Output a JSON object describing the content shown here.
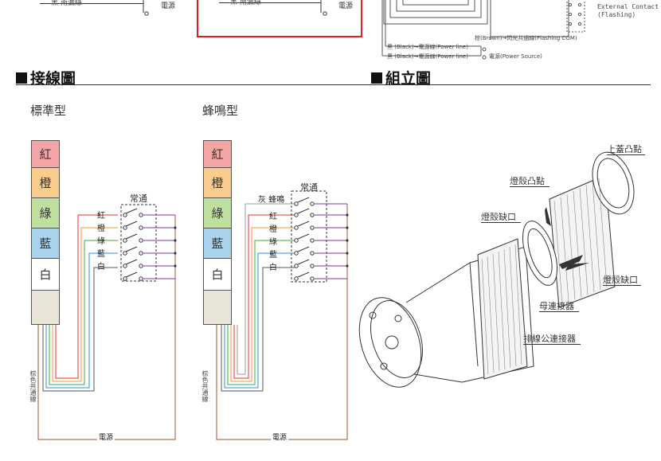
{
  "top_partial": {
    "left_wire_label": "黑 南漏綠",
    "left_power": "電源",
    "mid_wire_label": "黑 南漏綠",
    "mid_power": "電源",
    "right_notes": {
      "external_contact": "External Contact",
      "flashing": "(Flashing)",
      "brown_common": "棕(Brown)→閃光共通線(Flashing COM)",
      "black_power_1": "黑 (Black)→電源線(Power line)",
      "black_power_2": "黑 (Black)→電源線(Power line)",
      "power_source": "電源(Power Source)"
    }
  },
  "sections": {
    "wiring_title": "接線圖",
    "assembly_title": "組立圖"
  },
  "standard": {
    "title": "標準型",
    "segments": [
      "紅",
      "橙",
      "綠",
      "藍",
      "白"
    ],
    "wire_labels": [
      "紅",
      "橙",
      "綠",
      "藍",
      "白"
    ],
    "switch_label": "常通",
    "common_label": "棕色共通線",
    "power_label": "電源"
  },
  "buzzer": {
    "title": "蜂鳴型",
    "segments": [
      "紅",
      "橙",
      "綠",
      "藍",
      "白"
    ],
    "buzzer_label": "灰 蜂鳴",
    "wire_labels": [
      "紅",
      "橙",
      "綠",
      "藍",
      "白"
    ],
    "switch_label": "常通",
    "common_label": "棕色共通線",
    "power_label": "電源"
  },
  "assembly": {
    "top_cover": "上蓋凸點",
    "shell_bump": "燈殼凸點",
    "shell_notch_left": "燈殼缺口",
    "shell_notch_right": "燈殼缺口",
    "female_connector": "母連接器",
    "male_connector": "排線公連接器"
  },
  "colors": {
    "red_seg": "#f4a4a4",
    "orange_seg": "#f8cc8c",
    "green_seg": "#bfdf9f",
    "blue_seg": "#a9d3ec",
    "white_seg": "#ffffff",
    "base_seg": "#e8e4d8",
    "wire_red": "#e63030",
    "wire_orange": "#f39a2c",
    "wire_green": "#3aa84a",
    "wire_blue": "#2f8fe0",
    "wire_purple": "#7a3c9a",
    "wire_brown": "#a0522d",
    "wire_grey": "#9a9a9a",
    "highlight_box": "#e0201c"
  }
}
